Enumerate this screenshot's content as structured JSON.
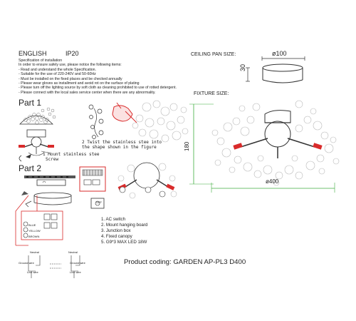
{
  "header": {
    "language": "ENGLISH",
    "ip_rating": "IP20",
    "spec_lines": [
      "Specification of installation",
      "In order to ensure safely use, please notice the following items:",
      "- Read and understand the whole Specification.",
      "- Suitable for the use of 220-240V and 50-60Hz",
      "- Must be installed on the fixed places and be checked annually",
      "- Please wear gloves as installment and avoid rot on the surface of plating",
      "- Please turn off the lighting source by soft cloth as cleaning prohibited to use of rotted detergent.",
      "- Please connect with the local sales service center when there are any abnormality."
    ]
  },
  "ceiling_pan": {
    "label": "CEILING PAN  SIZE:",
    "diameter": "ø100",
    "height": "30"
  },
  "fixture": {
    "label": "FIXTURE SIZE:",
    "height": "180",
    "diameter": "ø400"
  },
  "part1": {
    "title": "Part 1",
    "step1": [
      "1 Mount stainless stee",
      "Screw"
    ],
    "step2": [
      "2 Twist the stainless stee  into",
      "the shape shown in the figure"
    ]
  },
  "part2": {
    "title": "Part 2",
    "off_label": "OFF",
    "wire_colors": [
      "BLUE",
      "YELLOW",
      "BROWN"
    ],
    "wiring_labels": [
      "Neutral",
      "Neutral",
      "Ground wire",
      "Ground wire",
      "Live wire",
      "Live wire"
    ]
  },
  "legend": [
    "1. AC switch",
    "2. Mount hanging board",
    "3. Junction box",
    "4. Fixed canopy",
    "5. G9*3 MAX LED 18W"
  ],
  "product_coding": "Product coding: GARDEN AP-PL3 D400",
  "colors": {
    "accent_red": "#d92b2b",
    "dimension_green": "#3fae3f"
  }
}
